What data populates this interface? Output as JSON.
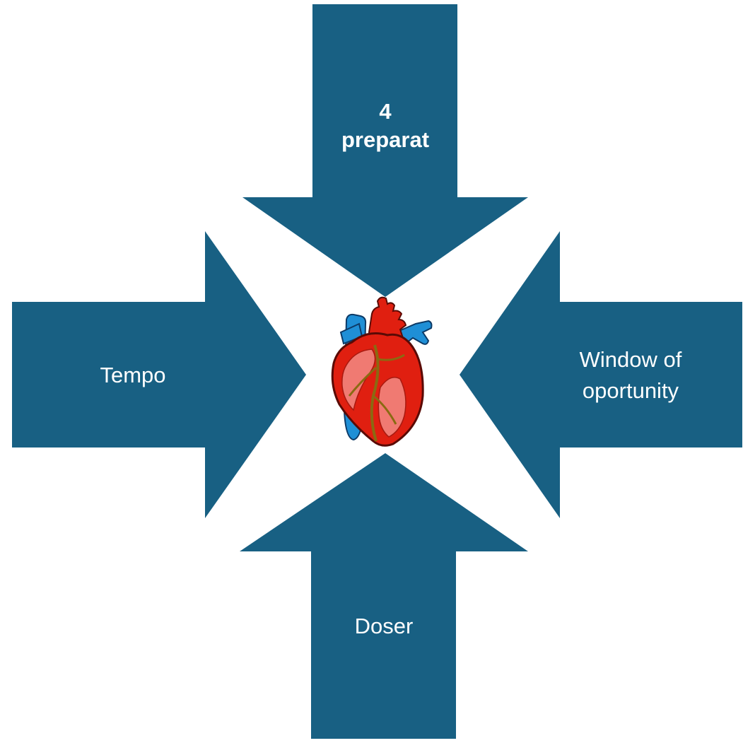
{
  "colors": {
    "arrow": "#186083",
    "label": "#ffffff",
    "background": "#ffffff"
  },
  "arrows": {
    "top": {
      "line1": "4",
      "line2": "preparat",
      "bold": true
    },
    "left": {
      "line1": "Tempo"
    },
    "right": {
      "line1": "Window of",
      "line2": "oportunity"
    },
    "bottom": {
      "line1": "Doser"
    }
  },
  "center_icon": "heart-icon"
}
